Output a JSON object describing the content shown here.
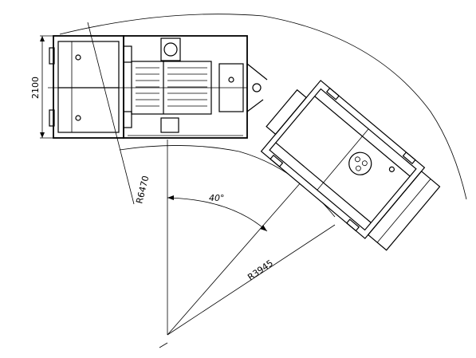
{
  "dimensions": {
    "vehicle_width": "2100",
    "outer_radius": "R6470",
    "inner_radius": "R3945",
    "articulation_angle": "40°"
  }
}
